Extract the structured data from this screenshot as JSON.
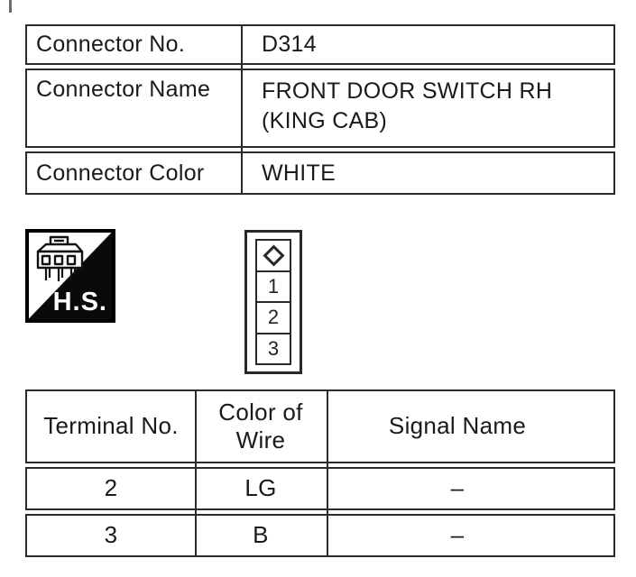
{
  "connector_info": {
    "rows": [
      {
        "label": "Connector No.",
        "value": "D314"
      },
      {
        "label": "Connector Name",
        "value": "FRONT DOOR SWITCH RH (KING CAB)"
      },
      {
        "label": "Connector Color",
        "value": "WHITE"
      }
    ]
  },
  "hs_logo": {
    "label": "H.S."
  },
  "connector_diagram": {
    "top_symbol": "diamond",
    "pins": [
      "1",
      "2",
      "3"
    ]
  },
  "terminal_table": {
    "headers": [
      "Terminal No.",
      "Color of Wire",
      "Signal Name"
    ],
    "rows": [
      {
        "terminal": "2",
        "wire_color": "LG",
        "signal": "–"
      },
      {
        "terminal": "3",
        "wire_color": "B",
        "signal": "–"
      }
    ]
  },
  "colors": {
    "line": "#2b2b2b",
    "text": "#1a1a1a",
    "background": "#ffffff",
    "logo_black": "#0a0a0a"
  }
}
